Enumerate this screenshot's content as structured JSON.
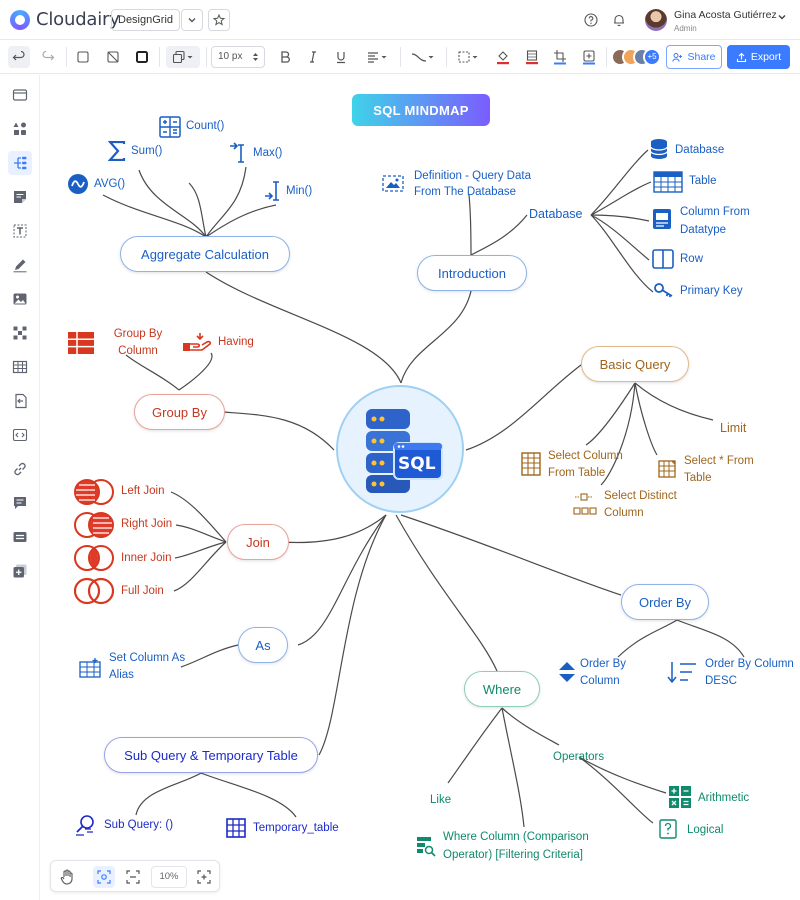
{
  "app": {
    "brand": "Cloudairy",
    "document_chip": "DesignGrid"
  },
  "user": {
    "name": "Gina Acosta Gutiérrez",
    "role": "Admin"
  },
  "toolbar": {
    "font_size": "10 px",
    "collaborators_more": "+5",
    "share_label": "Share",
    "export_label": "Export",
    "accent": "#3a7bff"
  },
  "bottom_controls": {
    "zoom": "10%"
  },
  "mindmap": {
    "title": "SQL MINDMAP",
    "center_label": "SQL",
    "branches": {
      "aggregate": {
        "label": "Aggregate Calculation",
        "children": [
          "Count()",
          "Sum()",
          "Max()",
          "AVG()",
          "Min()"
        ]
      },
      "introduction": {
        "label": "Introduction",
        "definition": "Definition - Query Data From The Database",
        "database": "Database",
        "database_items": [
          "Database",
          "Table",
          "Column From Datatype",
          "Row",
          "Primary Key"
        ]
      },
      "group_by": {
        "label": "Group By",
        "children": [
          "Group By Column",
          "Having"
        ]
      },
      "basic_query": {
        "label": "Basic Query",
        "children": [
          "Limit",
          "Select Column From Table",
          "Select * From Table",
          "Select Distinct Column"
        ]
      },
      "join": {
        "label": "Join",
        "children": [
          "Left Join",
          "Right Join",
          "Inner Join",
          "Full Join"
        ]
      },
      "order_by": {
        "label": "Order By",
        "children": [
          "Order By Column",
          "Order By Column DESC"
        ]
      },
      "as": {
        "label": "As",
        "children": [
          "Set Column As Alias"
        ]
      },
      "where": {
        "label": "Where",
        "like": "Like",
        "where_column": "Where Column (Comparison Operator) [Filtering Criteria]",
        "operators": "Operators",
        "operator_items": [
          "Arithmetic",
          "Logical"
        ]
      },
      "subquery": {
        "label": "Sub Query & Temporary Table",
        "children": [
          "Sub Query: ()",
          "Temporary_table"
        ]
      }
    }
  }
}
